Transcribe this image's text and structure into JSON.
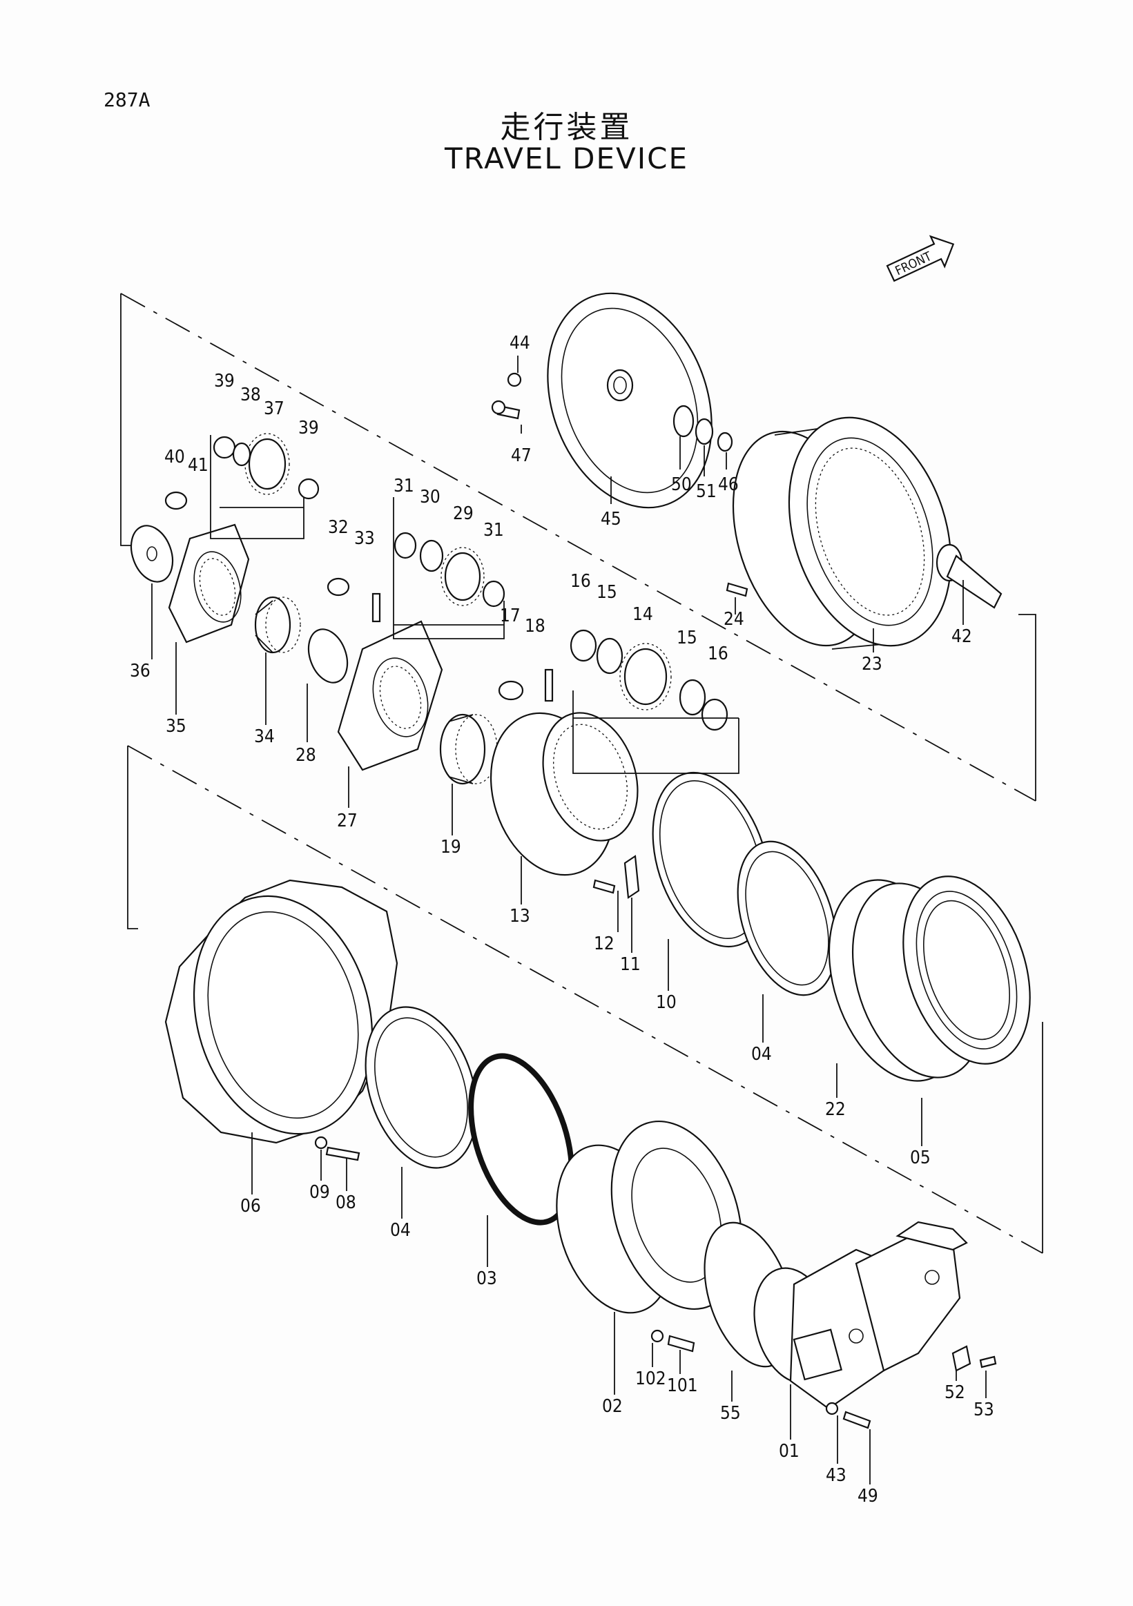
{
  "page_number": "287A",
  "title_jp": "走行装置",
  "title_en": "TRAVEL DEVICE",
  "front_label": "FRONT",
  "part_labels": [
    "44",
    "47",
    "45",
    "50",
    "51",
    "46",
    "39",
    "38",
    "37",
    "39",
    "40",
    "41",
    "36",
    "35",
    "34",
    "31",
    "30",
    "29",
    "31",
    "32",
    "33",
    "28",
    "27",
    "16",
    "15",
    "14",
    "15",
    "16",
    "17",
    "18",
    "19",
    "13",
    "24",
    "23",
    "42",
    "12",
    "11",
    "10",
    "04",
    "22",
    "05",
    "06",
    "09",
    "08",
    "04",
    "03",
    "02",
    "102",
    "101",
    "55",
    "52",
    "53",
    "01",
    "43",
    "49"
  ]
}
